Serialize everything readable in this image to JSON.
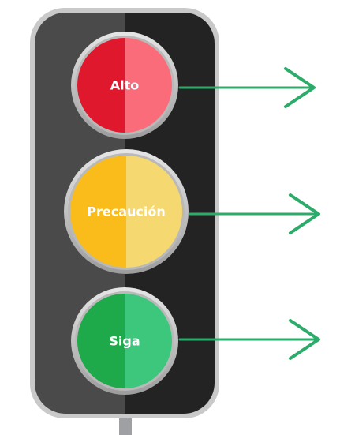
{
  "lights": [
    {
      "label": "Alto",
      "color_left": "#e0182e",
      "color_right": "#fb6c7a",
      "icon": "red-light"
    },
    {
      "label": "Precaución",
      "color_left": "#f9bc1a",
      "color_right": "#f5d870",
      "icon": "yellow-light"
    },
    {
      "label": "Siga",
      "color_left": "#1ea94b",
      "color_right": "#3cc77d",
      "icon": "green-light"
    }
  ],
  "colors": {
    "housing_left": "#4a4a4b",
    "housing_right": "#232324",
    "housing_border": "#c9c9c9",
    "ring": "#b9b9b9",
    "arrow": "#2dab6a",
    "pole": "#9ea0a3"
  },
  "arrow_icon": "right-arrow-icon"
}
